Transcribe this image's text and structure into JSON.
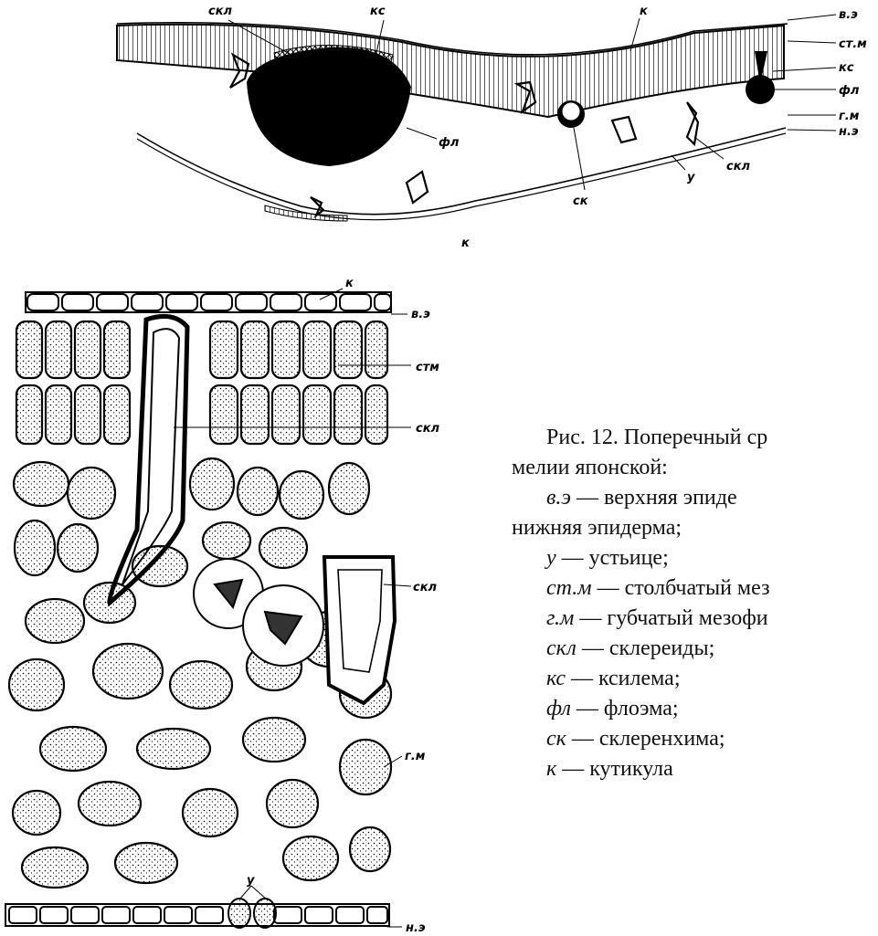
{
  "top_labels": {
    "skl_a": "скл",
    "ks_a": "кс",
    "k_a": "к",
    "ve": "в.э",
    "stm": "ст.м",
    "ks_b": "кс",
    "fl_a": "фл",
    "gm": "г.м",
    "ne": "н.э",
    "fl_b": "фл",
    "skl_b": "скл",
    "u": "у",
    "sk": "ск",
    "k_b": "к"
  },
  "bottom_labels": {
    "k": "к",
    "ve": "в.э",
    "stm": "стм",
    "skl_a": "скл",
    "skl_b": "скл",
    "gm": "г.м",
    "u": "у",
    "ne": "н.э"
  },
  "caption": {
    "title_1": "Рис. 12. Поперечный ср",
    "title_2": "мелии японской:",
    "legend_1_abbr": "в.э",
    "legend_1_text": " — верхняя эпиде",
    "legend_1_cont": "нижняя эпидерма;",
    "items": [
      {
        "abbr": "у",
        "text": " — устьице;"
      },
      {
        "abbr": "ст.м",
        "text": " — столбчатый мез"
      },
      {
        "abbr": "г.м",
        "text": " — губчатый мезофи"
      },
      {
        "abbr": "скл",
        "text": " — склереиды;"
      },
      {
        "abbr": "кс",
        "text": " — ксилема;"
      },
      {
        "abbr": "фл",
        "text": " — флоэма;"
      },
      {
        "abbr": "ск",
        "text": " — склеренхима;"
      },
      {
        "abbr": "к",
        "text": " — кутикула"
      }
    ]
  }
}
